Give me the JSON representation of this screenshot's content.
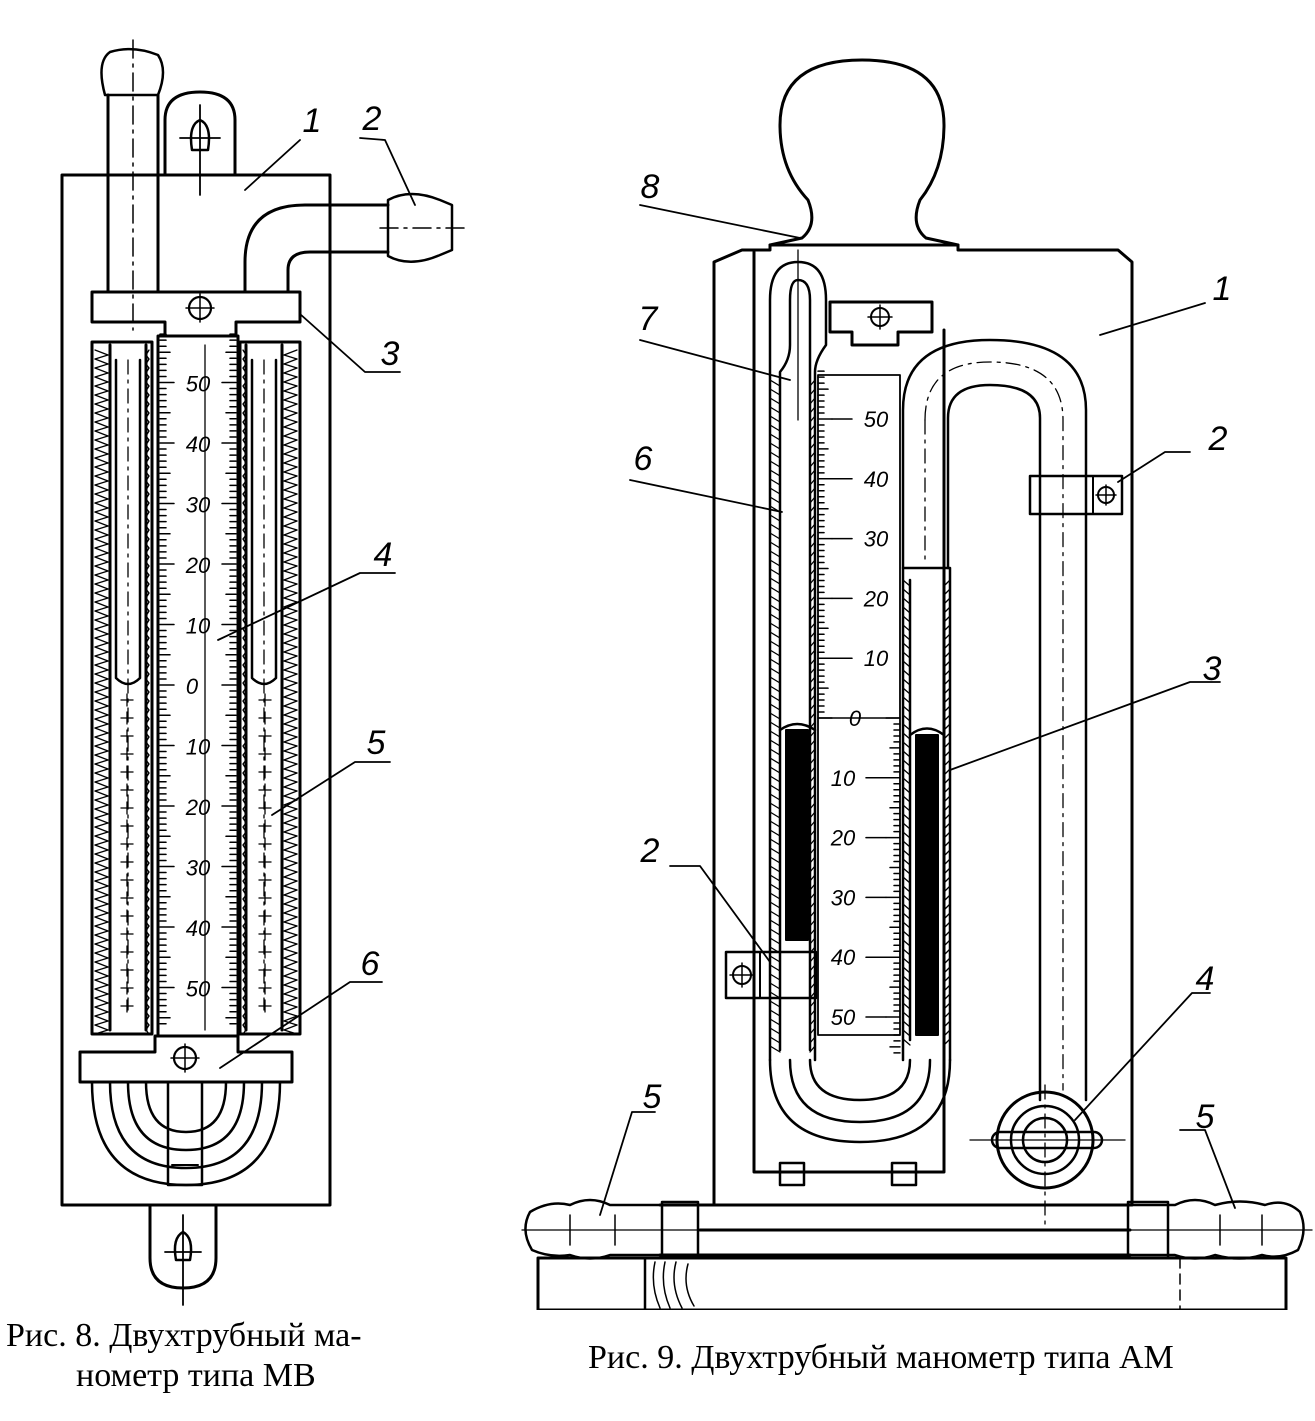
{
  "figure8": {
    "caption_line1": "Рис.  8.  Двухтрубный  ма-",
    "caption_line2": "нометр типа МВ",
    "labels": [
      "1",
      "2",
      "3",
      "4",
      "5",
      "6"
    ],
    "scale_upper": [
      "50",
      "40",
      "30",
      "20",
      "10"
    ],
    "scale_zero": "0",
    "scale_lower": [
      "10",
      "20",
      "30",
      "40",
      "50"
    ]
  },
  "figure9": {
    "caption": "Рис. 9. Двухтрубный манометр типа АМ",
    "labels": [
      "1",
      "2",
      "3",
      "4",
      "5",
      "6",
      "7",
      "8",
      "2",
      "5"
    ],
    "scale_upper": [
      "50",
      "40",
      "30",
      "20",
      "10"
    ],
    "scale_zero": "0",
    "scale_lower": [
      "10",
      "20",
      "30",
      "40",
      "50"
    ]
  }
}
